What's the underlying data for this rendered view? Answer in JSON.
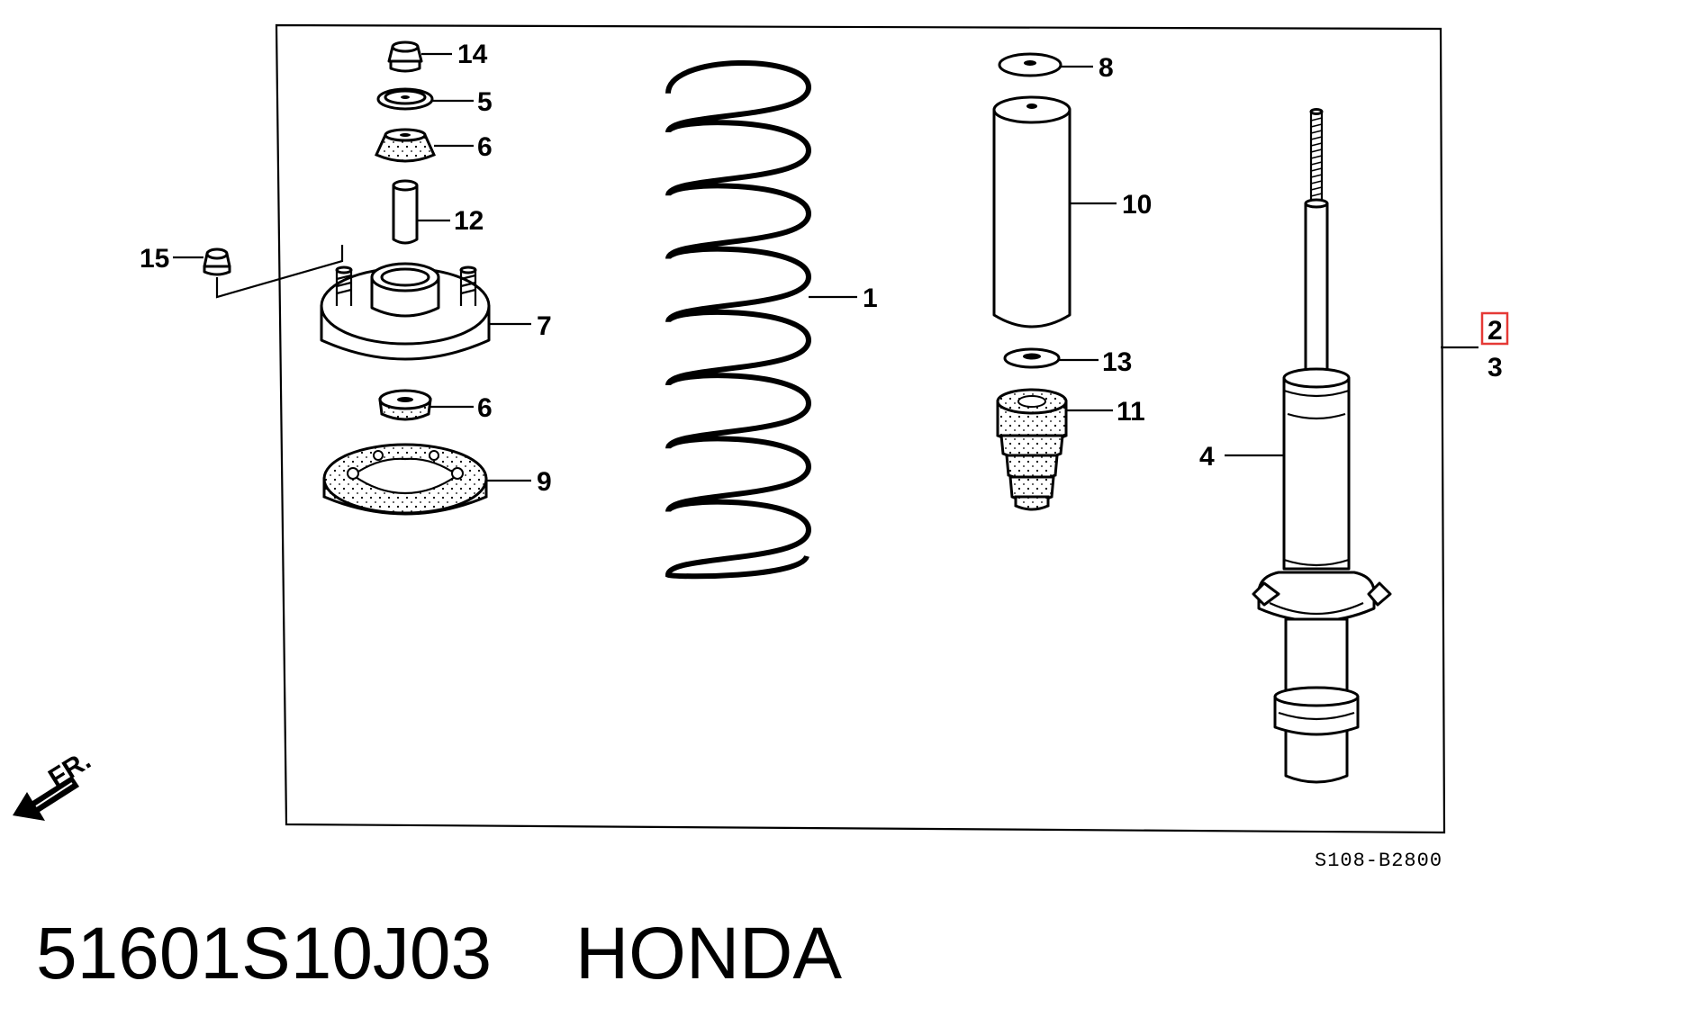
{
  "diagram_code": "S108-B2800",
  "front_indicator": "FR.",
  "highlight_color": "#e53935",
  "callouts": {
    "c1": "1",
    "c2": "2",
    "c3": "3",
    "c4": "4",
    "c5": "5",
    "c6a": "6",
    "c6b": "6",
    "c7": "7",
    "c8": "8",
    "c9": "9",
    "c10": "10",
    "c11": "11",
    "c12": "12",
    "c13": "13",
    "c14": "14",
    "c15": "15"
  },
  "highlighted_callout": "2",
  "footer": {
    "part_number": "51601S10J03",
    "brand": "HONDA"
  }
}
